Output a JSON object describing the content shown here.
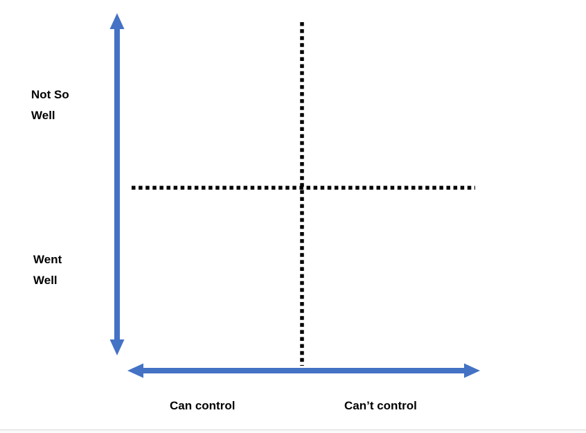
{
  "diagram": {
    "type": "quadrant",
    "y_axis": {
      "top_label": "Not So\nWell",
      "bottom_label": "Went\nWell"
    },
    "x_axis": {
      "left_label": "Can control",
      "right_label": "Can’t control"
    }
  },
  "colors": {
    "arrow": "#4472C4",
    "dotted_line": "#000000",
    "background": "#FFFFFF",
    "bottom_border": "#D9D9D9"
  }
}
